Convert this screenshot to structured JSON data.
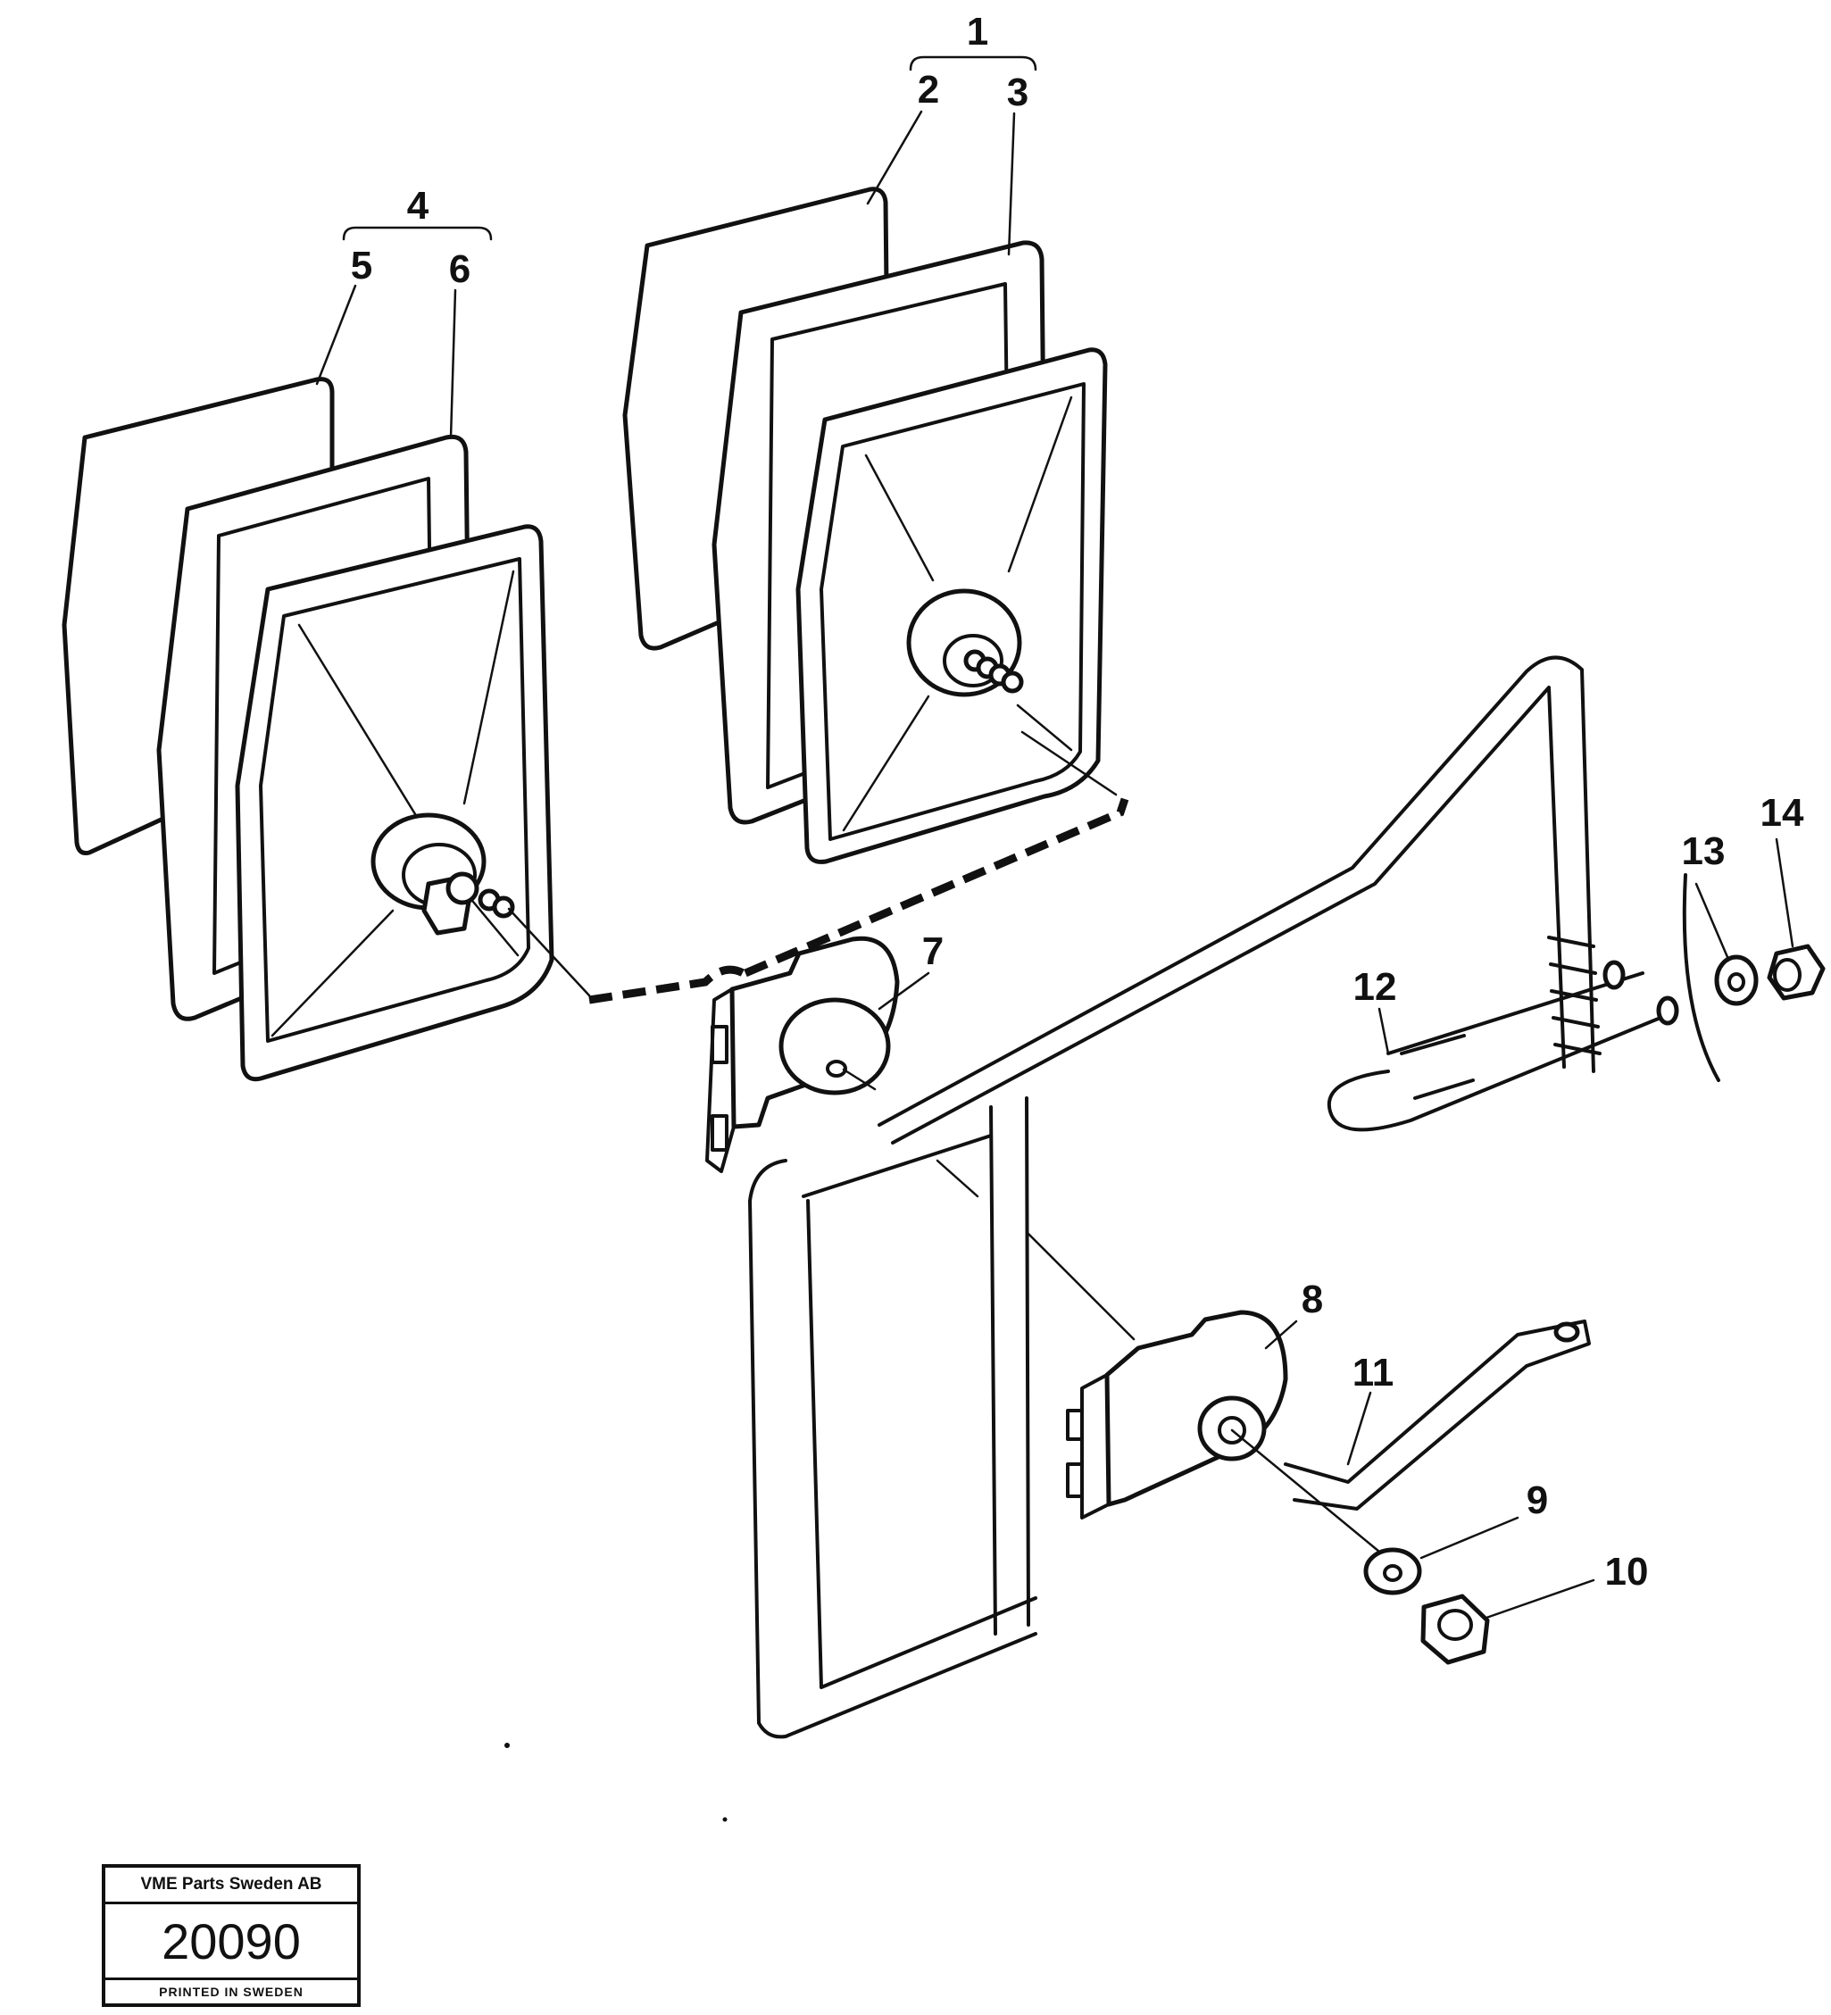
{
  "diagram": {
    "callouts": [
      "1",
      "2",
      "3",
      "4",
      "5",
      "6",
      "7",
      "8",
      "9",
      "10",
      "11",
      "12",
      "13",
      "14"
    ]
  },
  "stamp": {
    "company": "VME Parts Sweden AB",
    "number": "20090",
    "printed": "PRINTED IN SWEDEN"
  }
}
